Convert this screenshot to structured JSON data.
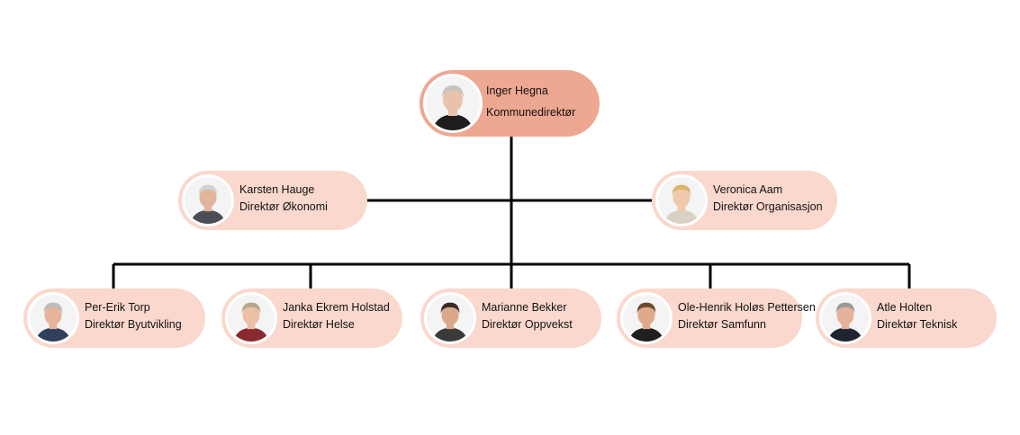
{
  "chart": {
    "top": {
      "name": "Inger Hegna",
      "title": "Kommunedirektør",
      "skin": "#e9c2ab",
      "hair": "#c9c3bd",
      "shirt": "#1e1e1e"
    },
    "second": [
      {
        "name": "Karsten Hauge",
        "title": "Direktør Økonomi",
        "skin": "#e0b59c",
        "hair": "#d3d3d3",
        "shirt": "#4b4f55"
      },
      {
        "name": "Veronica Aam",
        "title": "Direktør Organisasjon",
        "skin": "#f0c8ad",
        "hair": "#d9b56a",
        "shirt": "#d9d2c4"
      }
    ],
    "third": [
      {
        "name": "Per-Erik Torp",
        "title": "Direktør Byutvikling",
        "skin": "#e7b49a",
        "hair": "#bdbdbd",
        "shirt": "#2f3f5c"
      },
      {
        "name": "Janka Ekrem Holstad",
        "title": "Direktør Helse",
        "skin": "#ebc0a5",
        "hair": "#b8a58a",
        "shirt": "#8a2a30"
      },
      {
        "name": "Marianne Bekker",
        "title": "Direktør Oppvekst",
        "skin": "#d9a88a",
        "hair": "#3a2a22",
        "shirt": "#3a3a3a"
      },
      {
        "name": "Ole-Henrik Holøs Pettersen",
        "title": "Direktør Samfunn",
        "skin": "#e0a98b",
        "hair": "#6b4a2e",
        "shirt": "#1f1f1f"
      },
      {
        "name": "Atle Holten",
        "title": "Direktør Teknisk",
        "skin": "#e4b299",
        "hair": "#9a9a9a",
        "shirt": "#1e2430"
      }
    ]
  },
  "colors": {
    "top_fill": "#eea791",
    "node_fill": "#fad8cd",
    "line": "#000000"
  }
}
